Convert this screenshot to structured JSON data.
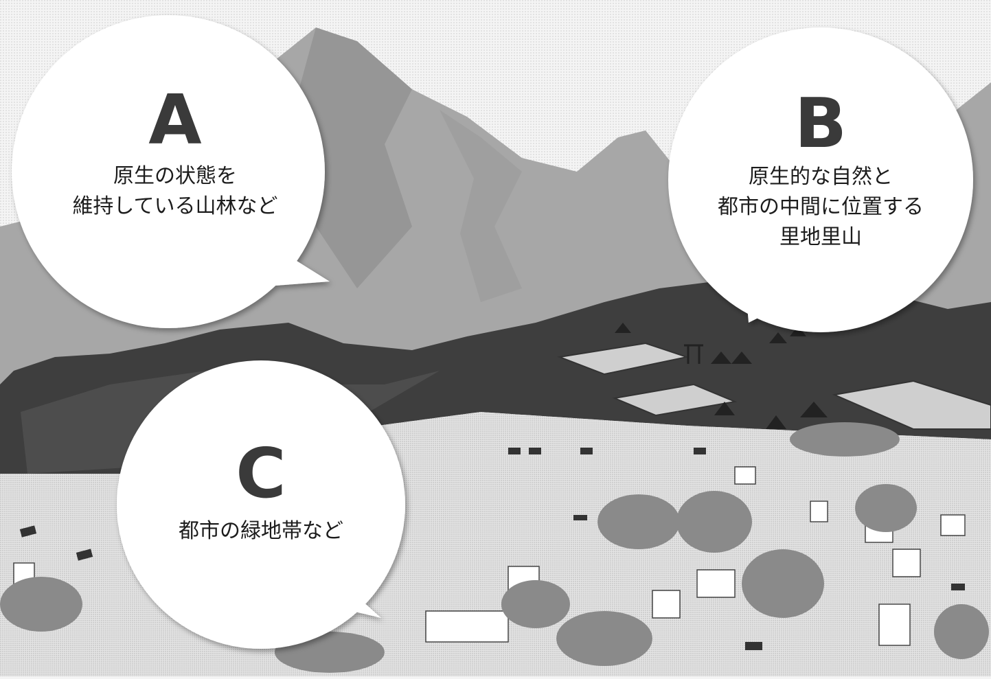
{
  "bubbles": {
    "a": {
      "letter": "A",
      "lines": [
        "原生の状態を",
        "維持している山林など"
      ]
    },
    "b": {
      "letter": "B",
      "lines": [
        "原生的な自然と",
        "都市の中間に位置する",
        "里地里山"
      ]
    },
    "c": {
      "letter": "C",
      "lines": [
        "都市の緑地帯など"
      ]
    }
  },
  "colors": {
    "sky": "#f4f4f4",
    "mountain": "#a9a9a9",
    "forest_dark": "#3f3f3f",
    "forest_mid": "#6d6d6d",
    "town": "#e2e2e2",
    "bubble": "#ffffff",
    "letter": "#3a3a3a"
  }
}
